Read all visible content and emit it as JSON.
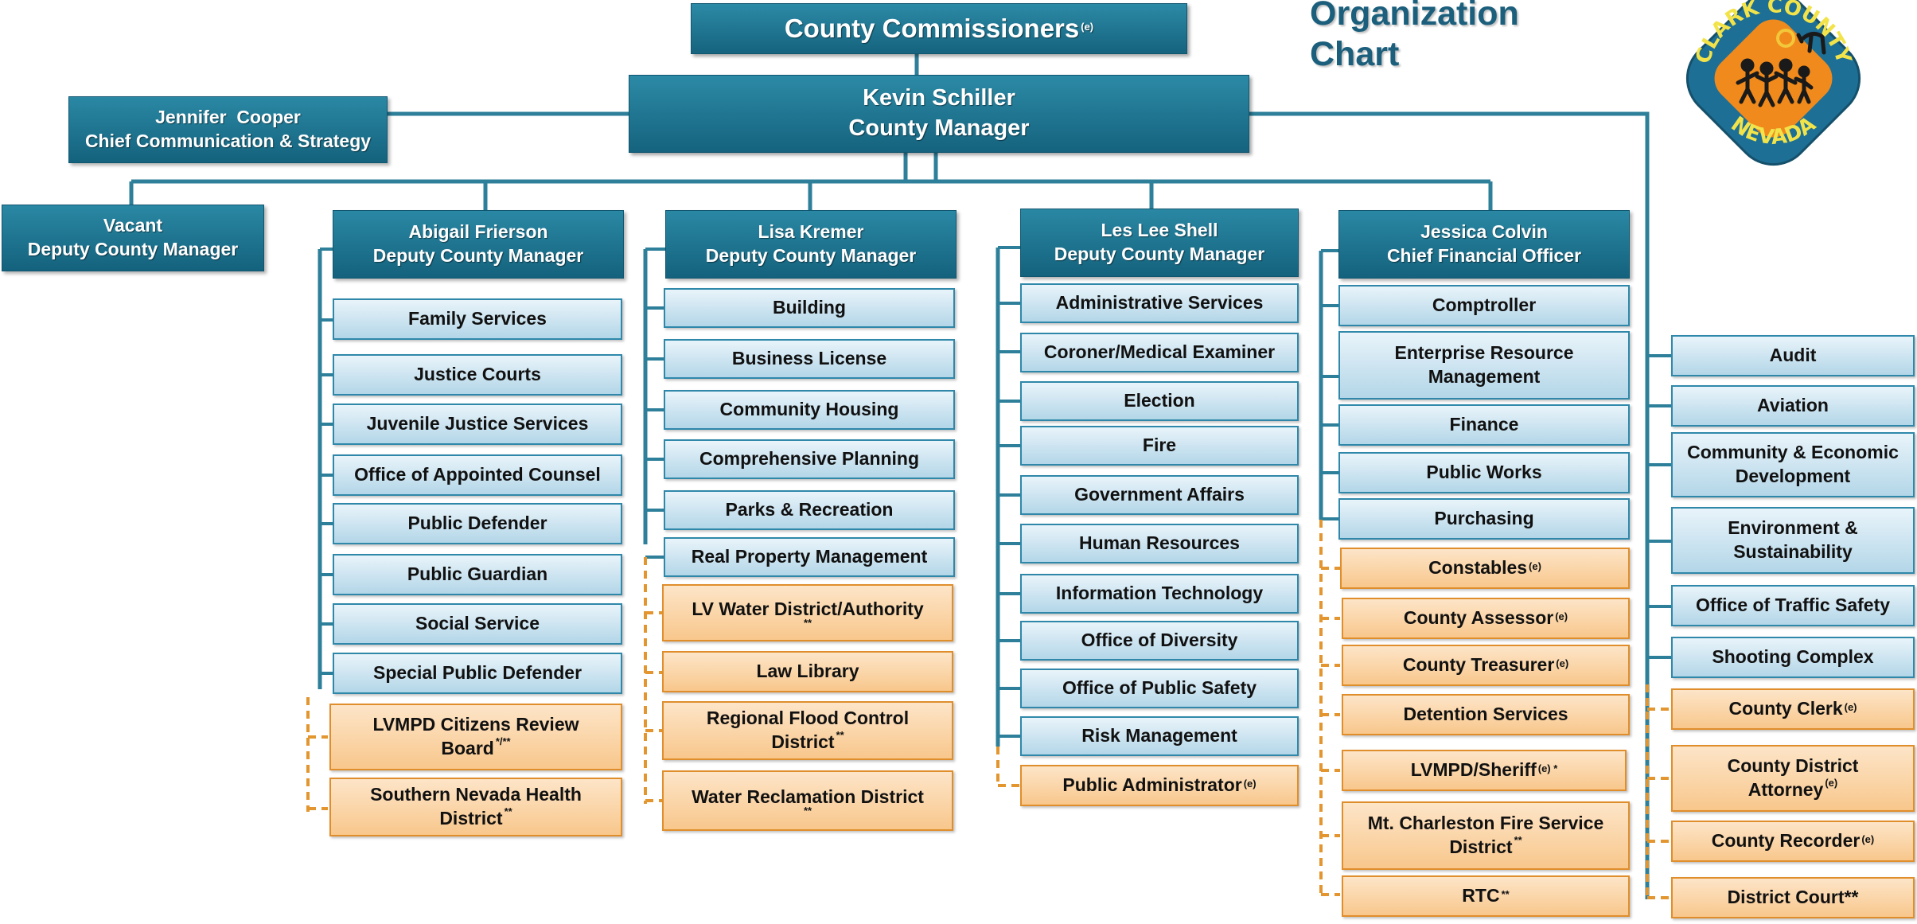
{
  "title": {
    "line1": "Organization",
    "line2": "Chart"
  },
  "seal": {
    "top_text": "CLARK COUNTY",
    "bottom_text": "NEVADA",
    "colors": {
      "ring": "#1d6f95",
      "center": "#f08a1c",
      "text": "#f2e34a"
    }
  },
  "commissioners": {
    "label": "County Commissioners",
    "sup": "(e)"
  },
  "manager": {
    "name": "Kevin Schiller",
    "title": "County Manager"
  },
  "communications": {
    "name": "Jennifer  Cooper",
    "title": "Chief Communication & Strategy"
  },
  "vacant": {
    "name": "Vacant",
    "title": "Deputy County Manager"
  },
  "frierson": {
    "header": {
      "name": "Abigail Frierson",
      "title": "Deputy County Manager"
    },
    "depts": [
      "Family Services",
      "Justice Courts",
      "Juvenile Justice Services",
      "Office of Appointed Counsel",
      "Public Defender",
      "Public Guardian",
      "Social Service",
      "Special Public Defender"
    ],
    "entities": [
      {
        "l1": "LVMPD Citizens Review",
        "l2": "Board",
        "sup": "*/**"
      },
      {
        "l1": "Southern Nevada Health",
        "l2": "District",
        "sup": "**"
      }
    ]
  },
  "kremer": {
    "header": {
      "name": "Lisa Kremer",
      "title": "Deputy County Manager"
    },
    "depts": [
      "Building",
      "Business License",
      "Community Housing",
      "Comprehensive Planning",
      "Parks & Recreation",
      "Real Property Management"
    ],
    "entities": [
      {
        "l1": "LV Water District/Authority",
        "l2": "**"
      },
      {
        "l1": "Law Library"
      },
      {
        "l1": "Regional Flood Control",
        "l2": "District",
        "sup": "**"
      },
      {
        "l1": "Water Reclamation District",
        "l2": "**"
      }
    ]
  },
  "shell": {
    "header": {
      "name": "Les Lee Shell",
      "title": "Deputy County Manager"
    },
    "depts": [
      "Administrative Services",
      "Coroner/Medical Examiner",
      "Election",
      "Fire",
      "Government Affairs",
      "Human Resources",
      "Information Technology",
      "Office of Diversity",
      "Office of Public Safety",
      "Risk Management"
    ],
    "entities": [
      {
        "l1": "Public Administrator",
        "sup": "(e)"
      }
    ]
  },
  "colvin": {
    "header": {
      "name": "Jessica Colvin",
      "title": "Chief Financial Officer"
    },
    "depts": [
      {
        "l1": "Comptroller"
      },
      {
        "l1": "Enterprise Resource",
        "l2": "Management"
      },
      {
        "l1": "Finance"
      },
      {
        "l1": "Public Works"
      },
      {
        "l1": "Purchasing"
      }
    ],
    "entities": [
      {
        "l1": "Constables",
        "sup": "(e)"
      },
      {
        "l1": "County Assessor",
        "sup": "(e)"
      },
      {
        "l1": "County Treasurer",
        "sup": "(e)"
      },
      {
        "l1": "Detention Services"
      },
      {
        "l1": "LVMPD/Sheriff",
        "sup": "(e) *"
      },
      {
        "l1": "Mt. Charleston Fire Service",
        "l2": "District",
        "sup": "**"
      },
      {
        "l1": "RTC",
        "sup": "**"
      }
    ]
  },
  "manager_direct": {
    "depts": [
      {
        "l1": "Audit"
      },
      {
        "l1": "Aviation"
      },
      {
        "l1": "Community & Economic",
        "l2": "Development"
      },
      {
        "l1": "Environment &",
        "l2": "Sustainability"
      },
      {
        "l1": "Office of Traffic Safety"
      },
      {
        "l1": "Shooting Complex"
      }
    ],
    "entities": [
      {
        "l1": "County Clerk",
        "sup": "(e)"
      },
      {
        "l1": "County District",
        "l2": "Attorney",
        "sup": "(e)"
      },
      {
        "l1": "County Recorder",
        "sup": "(e)"
      },
      {
        "l1": "District Court**"
      }
    ]
  }
}
